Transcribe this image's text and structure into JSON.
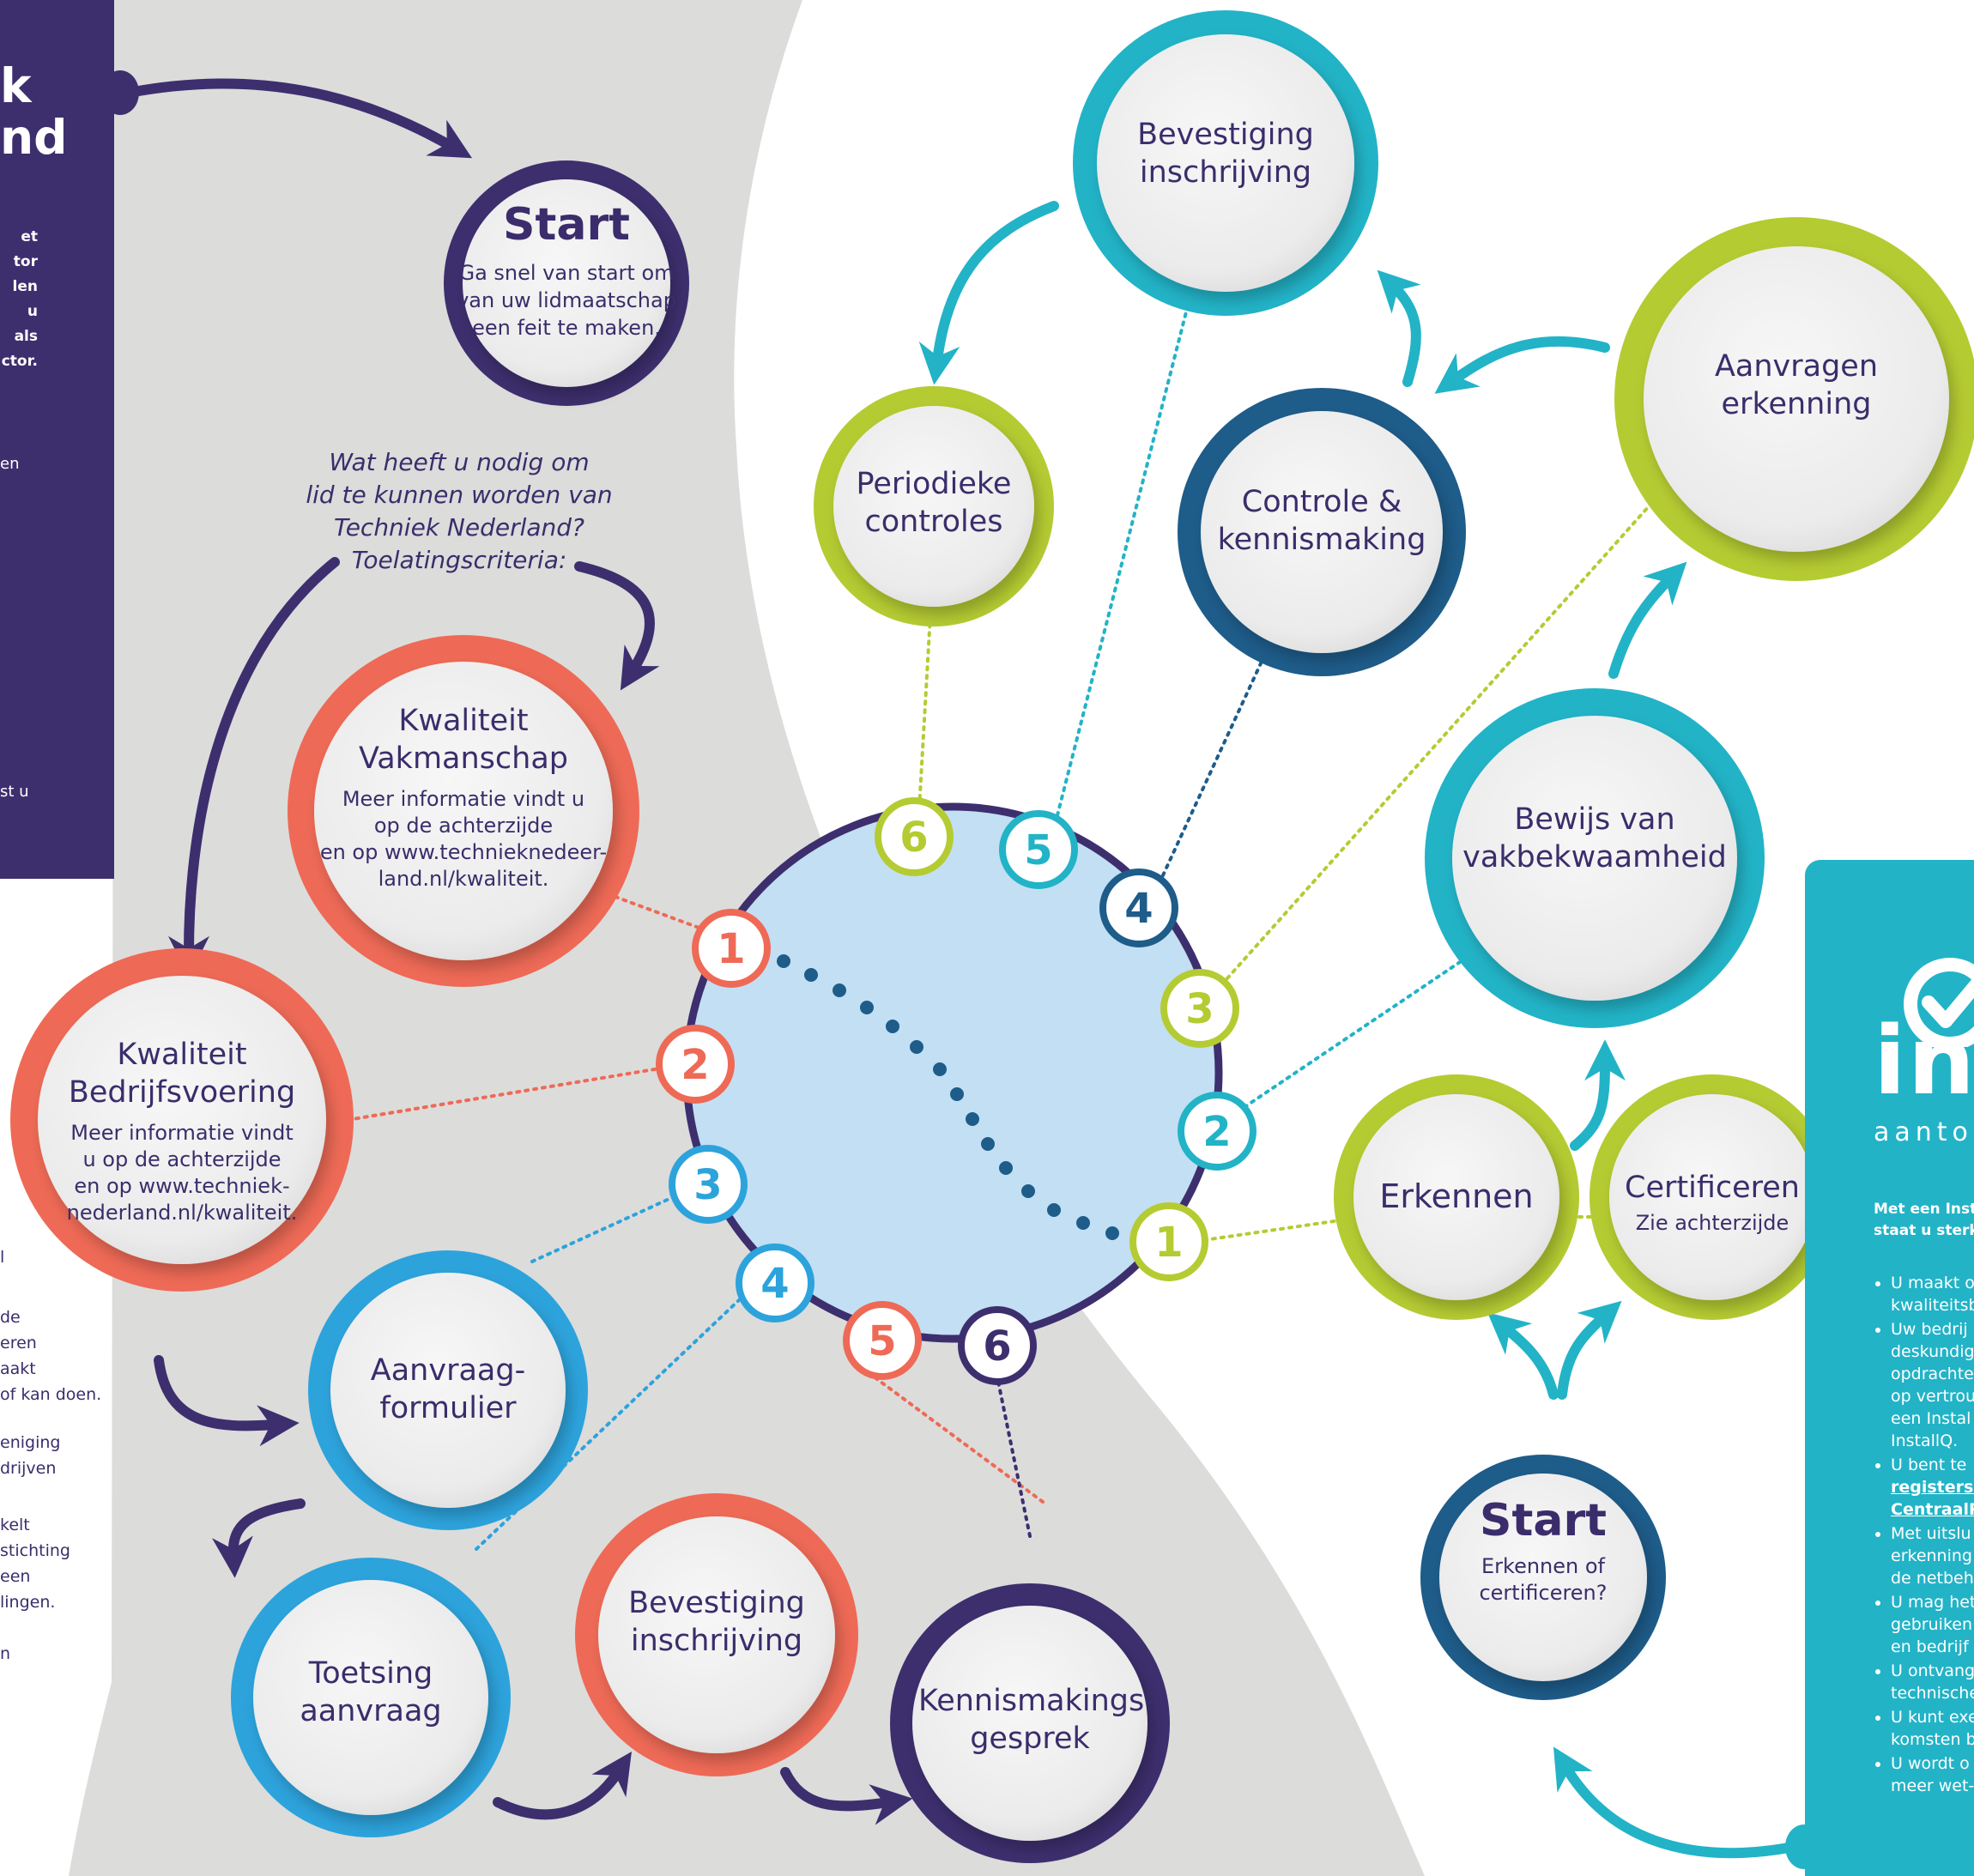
{
  "left_panel": {
    "title_lines": [
      "k",
      "nd"
    ],
    "intro_lines": [
      "et",
      "tor",
      "len",
      "u als",
      "ctor."
    ],
    "fragment_1": "en",
    "fragment_2": "st u"
  },
  "left_fragments": [
    {
      "lines": [
        "l"
      ]
    },
    {
      "lines": [
        "de",
        "eren",
        "aakt",
        "of kan doen."
      ]
    },
    {
      "lines": [
        "eniging",
        "drijven"
      ]
    },
    {
      "lines": [
        "kelt",
        "stichting",
        "een",
        "lingen."
      ]
    },
    {
      "lines": [
        "n"
      ]
    }
  ],
  "start_left": {
    "title": "Start",
    "text_lines": [
      "Ga snel van start om",
      "van uw lidmaatschap",
      "een feit te maken."
    ]
  },
  "question_lines": [
    "Wat heeft u nodig om",
    "lid te kunnen worden van",
    "Techniek Nederland?",
    "Toelatingscriteria:"
  ],
  "left_nodes": [
    {
      "title_lines": [
        "Kwaliteit",
        "Vakmanschap"
      ],
      "text_lines": [
        "Meer informatie vindt u",
        "op de achterzijde",
        "en op www.technieknedeer-",
        "land.nl/kwaliteit."
      ]
    },
    {
      "title_lines": [
        "Kwaliteit",
        "Bedrijfsvoering"
      ],
      "text_lines": [
        "Meer informatie vindt",
        "u op de achterzijde",
        "en op www.techniek-",
        "nederland.nl/kwaliteit."
      ]
    },
    {
      "title_lines": [
        "Aanvraag-",
        "formulier"
      ],
      "text_lines": []
    },
    {
      "title_lines": [
        "Toetsing",
        "aanvraag"
      ],
      "text_lines": []
    },
    {
      "title_lines": [
        "Bevestiging",
        "inschrijving"
      ],
      "text_lines": []
    },
    {
      "title_lines": [
        "Kennismakings-",
        "gesprek"
      ],
      "text_lines": []
    }
  ],
  "right_nodes": [
    {
      "title_lines": [
        "Periodieke",
        "controles"
      ]
    },
    {
      "title_lines": [
        "Bevestiging",
        "inschrijving"
      ]
    },
    {
      "title_lines": [
        "Controle &",
        "kennismaking"
      ]
    },
    {
      "title_lines": [
        "Aanvragen",
        "erkenning"
      ]
    },
    {
      "title_lines": [
        "Bewijs van",
        "vakbekwaamheid"
      ]
    }
  ],
  "erkennen": {
    "title": "Erkennen"
  },
  "certificeren": {
    "title": "Certificeren",
    "text": "Zie achterzijde"
  },
  "start_right": {
    "title": "Start",
    "text_lines": [
      "Erkennen of",
      "certificeren?"
    ]
  },
  "badges_left": [
    "1",
    "2",
    "3",
    "4",
    "5",
    "6"
  ],
  "badges_right": [
    "1",
    "2",
    "3",
    "4",
    "5",
    "6"
  ],
  "teal_panel": {
    "brand_icon": "checkmark-circle-icon",
    "brand_word": "ins",
    "brand_sub": "aantoo",
    "lead_lines": [
      "Met een Inst",
      "staat u sterk"
    ],
    "bullets": [
      [
        "U maakt o",
        "kwaliteitsb"
      ],
      [
        "Uw bedrij",
        "deskundig",
        "opdrachte",
        "op vertrou",
        "een Instal",
        "InstallQ."
      ],
      [
        "U bent te",
        "registers e",
        "CentraalR"
      ],
      [
        "Met uitslu",
        "erkenning",
        "de netbeh"
      ],
      [
        "U mag het",
        "gebruiken",
        "en bedrijf"
      ],
      [
        "U ontvang",
        "technische"
      ],
      [
        "U kunt exe",
        "komsten b"
      ],
      [
        "U wordt o",
        "meer wet-"
      ]
    ]
  },
  "colors": {
    "purple": "#3d2f6e",
    "coral": "#ee6a56",
    "blue": "#2da3dc",
    "teal": "#22b3c7",
    "lime": "#b5cb32",
    "navy": "#1e5c8a",
    "center_fill": "#c3dff3",
    "node_fill": "#efefef",
    "grey_area": "#dcdcdb"
  }
}
